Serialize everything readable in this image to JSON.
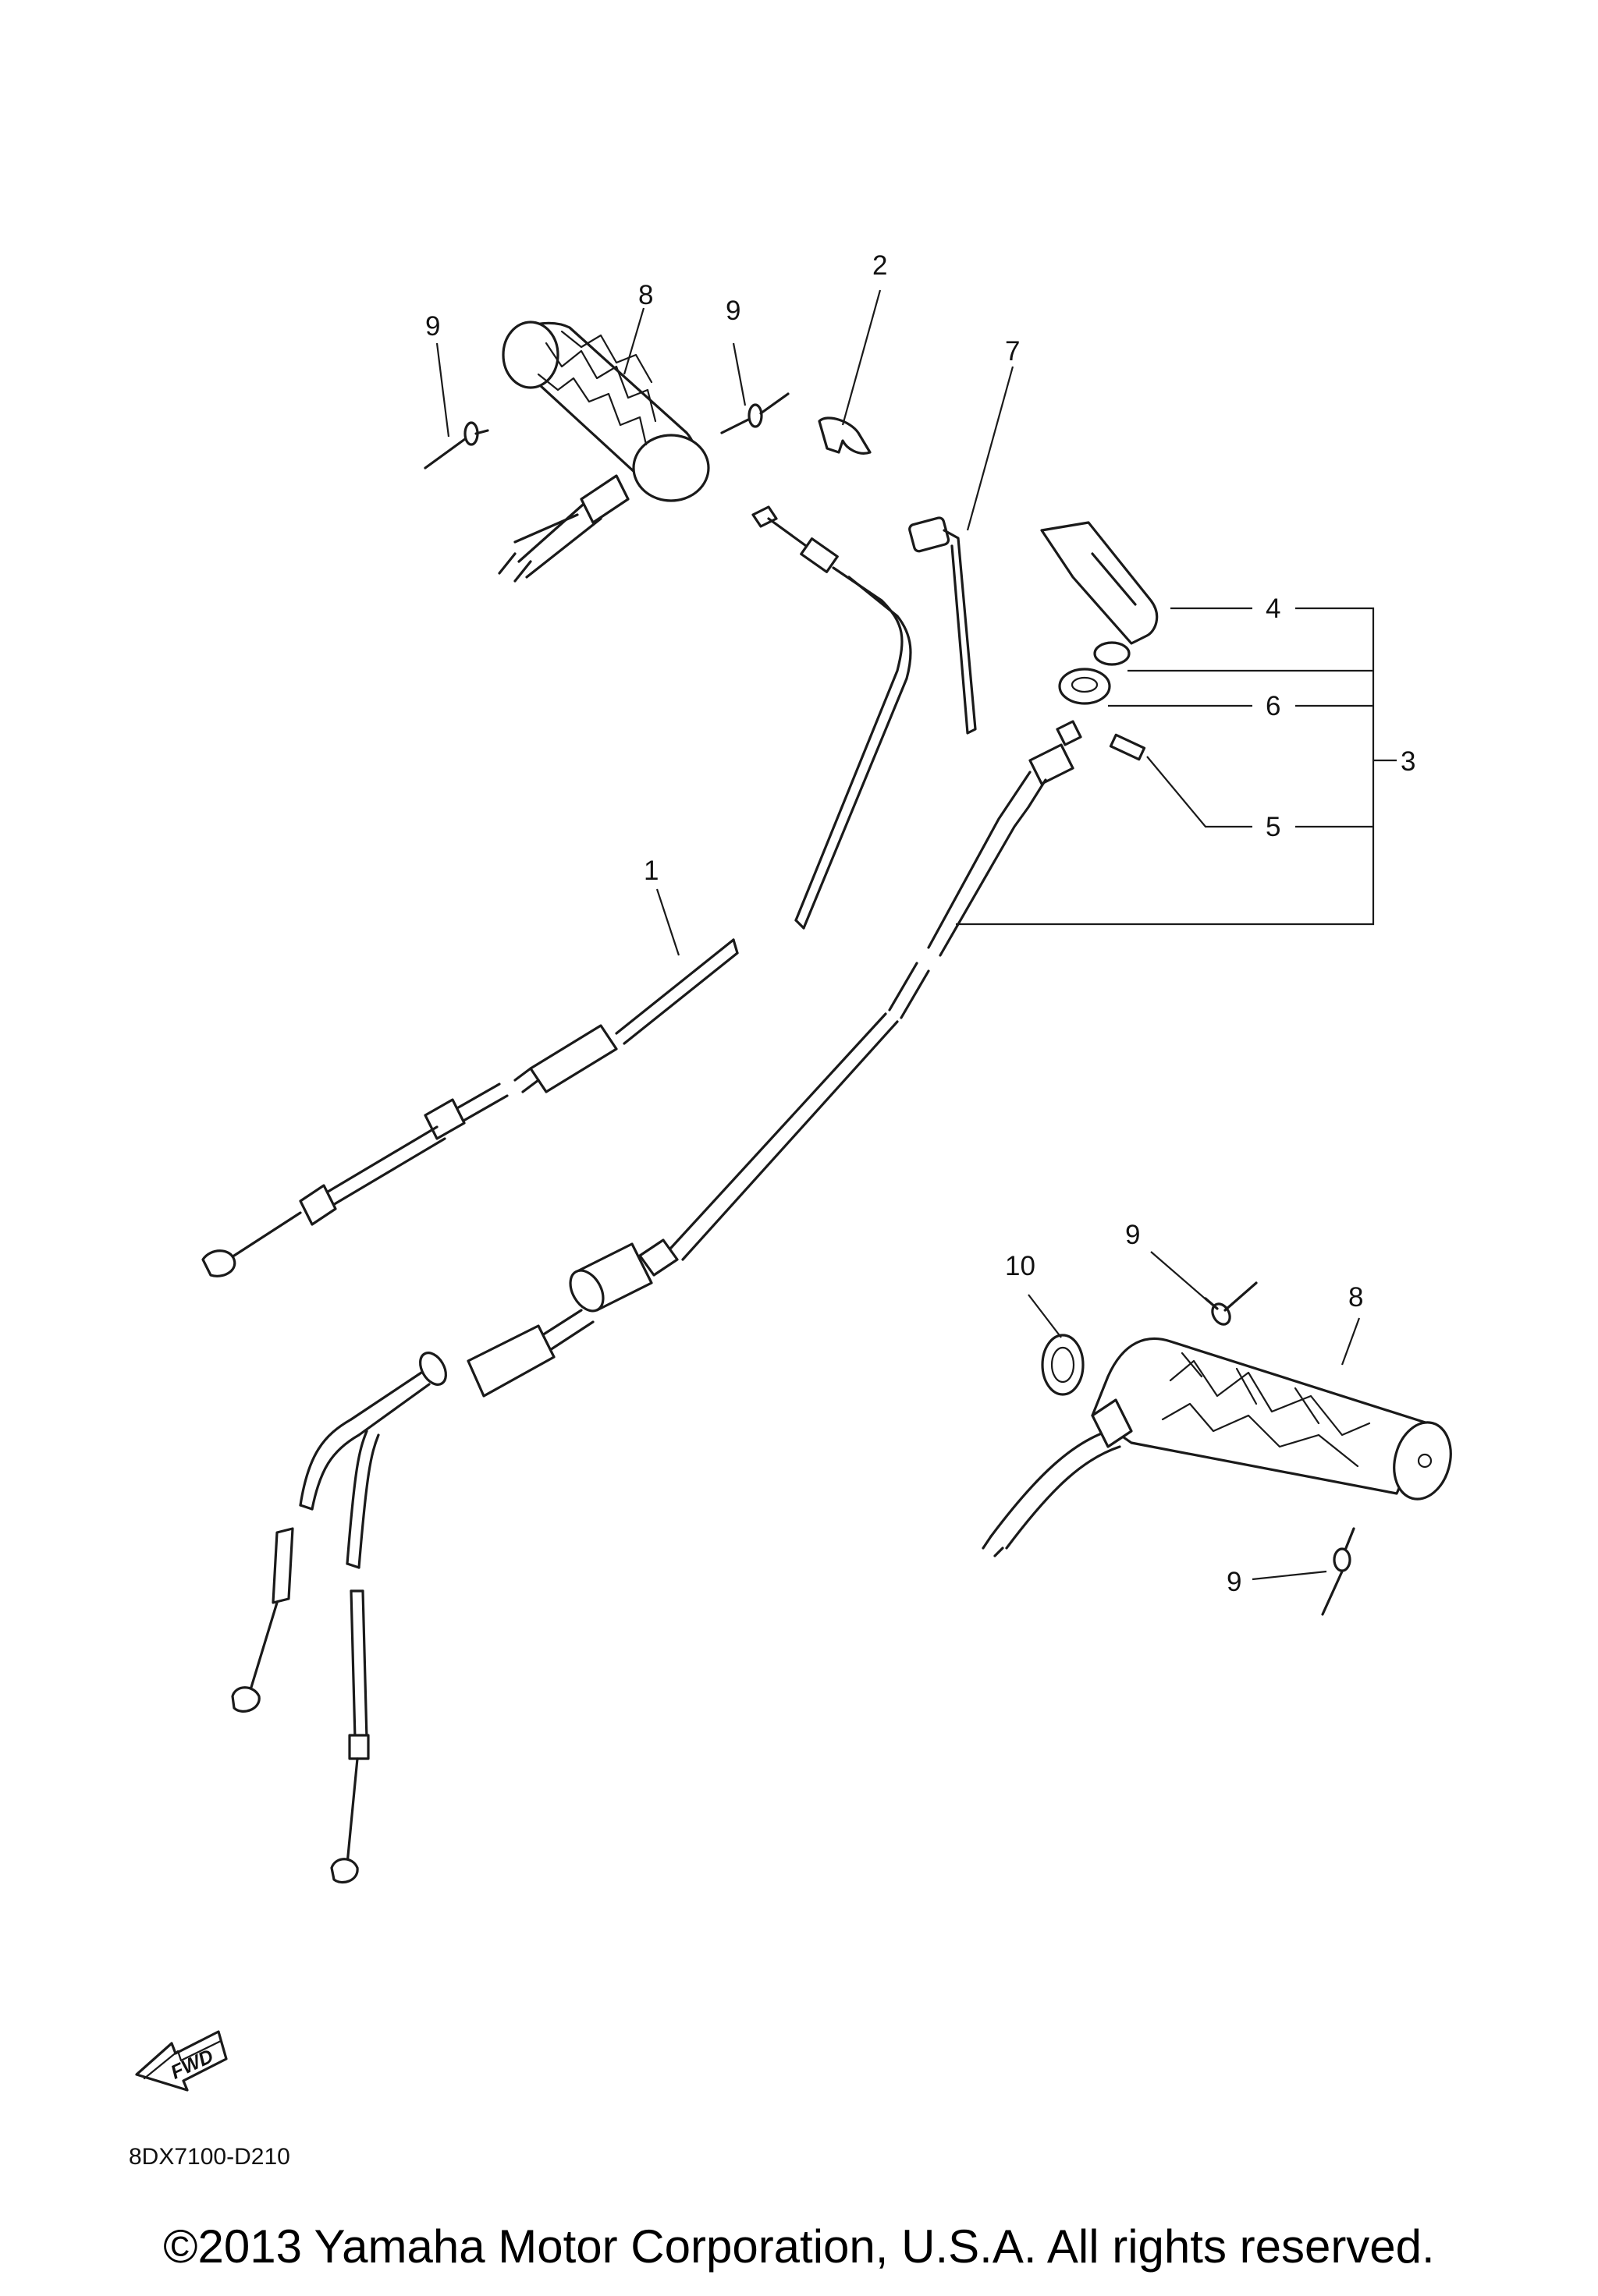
{
  "diagram": {
    "callouts": [
      {
        "id": "c9a",
        "text": "9"
      },
      {
        "id": "c8a",
        "text": "8"
      },
      {
        "id": "c9b",
        "text": "9"
      },
      {
        "id": "c2",
        "text": "2"
      },
      {
        "id": "c7",
        "text": "7"
      },
      {
        "id": "c4",
        "text": "4"
      },
      {
        "id": "c6",
        "text": "6"
      },
      {
        "id": "c3",
        "text": "3"
      },
      {
        "id": "c5",
        "text": "5"
      },
      {
        "id": "c1",
        "text": "1"
      },
      {
        "id": "c10",
        "text": "10"
      },
      {
        "id": "c9c",
        "text": "9"
      },
      {
        "id": "c8b",
        "text": "8"
      },
      {
        "id": "c9d",
        "text": "9"
      }
    ],
    "fwd_label": "FWD",
    "drawing_code": "8DX7100-D210"
  },
  "copyright": "©2013 Yamaha Motor Corporation, U.S.A. All rights reserved."
}
